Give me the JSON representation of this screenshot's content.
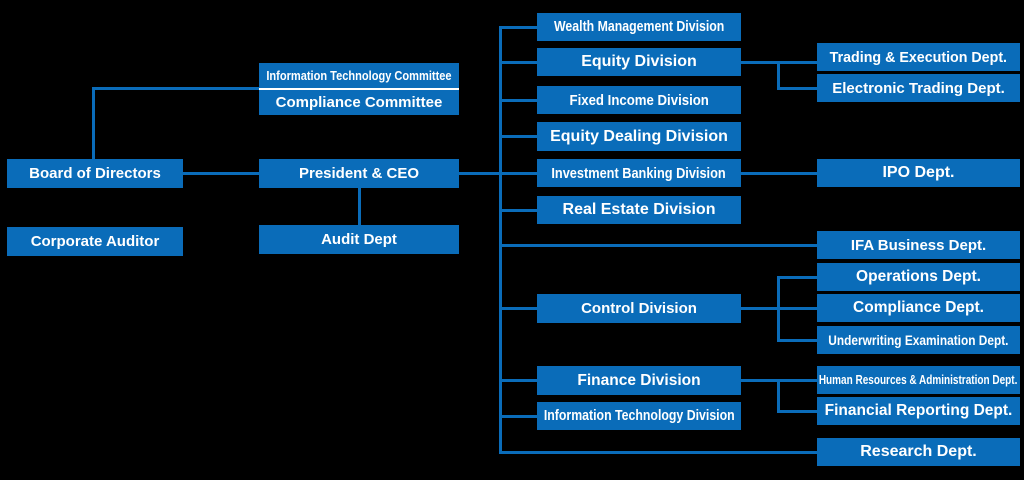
{
  "colors": {
    "node_fill": "#0a6cb9",
    "connector": "#0a6cb9",
    "label_text": "#ffffff",
    "background": "#000000"
  },
  "nodes": {
    "board_of_directors": "Board of Directors",
    "corporate_auditor": "Corporate Auditor",
    "information_technology_committee": "Information Technology Committee",
    "compliance_committee": "Compliance Committee",
    "president_ceo": "President & CEO",
    "audit_dept": "Audit Dept",
    "wealth_management_division": "Wealth Management Division",
    "equity_division": "Equity Division",
    "fixed_income_division": "Fixed Income Division",
    "equity_dealing_division": "Equity Dealing Division",
    "investment_banking_division": "Investment Banking Division",
    "real_estate_division": "Real Estate Division",
    "control_division": "Control Division",
    "finance_division": "Finance Division",
    "information_technology_division": "Information Technology Division",
    "trading_execution_dept": "Trading & Execution Dept.",
    "electronic_trading_dept": "Electronic Trading Dept.",
    "ipo_dept": "IPO Dept.",
    "ifa_business_dept": "IFA Business Dept.",
    "operations_dept": "Operations Dept.",
    "compliance_dept": "Compliance Dept.",
    "underwriting_examination_dept": "Underwriting Examination Dept.",
    "hr_admin_dept": "Human Resources & Administration Dept.",
    "financial_reporting_dept": "Financial Reporting Dept.",
    "research_dept": "Research Dept."
  },
  "hierarchy": {
    "Board of Directors": [
      "Information Technology Committee",
      "Compliance Committee",
      "President & CEO"
    ],
    "President & CEO": [
      "Audit Dept",
      "Wealth Management Division",
      "Equity Division",
      "Fixed Income Division",
      "Equity Dealing Division",
      "Investment Banking Division",
      "Real Estate Division",
      "IFA Business Dept.",
      "Control Division",
      "Finance Division",
      "Information Technology Division",
      "Research Dept."
    ],
    "Equity Division": [
      "Trading & Execution Dept.",
      "Electronic Trading Dept."
    ],
    "Investment Banking Division": [
      "IPO Dept."
    ],
    "Control Division": [
      "Operations Dept.",
      "Compliance Dept.",
      "Underwriting Examination Dept."
    ],
    "Finance Division": [
      "Human Resources & Administration Dept.",
      "Financial Reporting Dept."
    ],
    "standalone": [
      "Corporate Auditor"
    ]
  }
}
